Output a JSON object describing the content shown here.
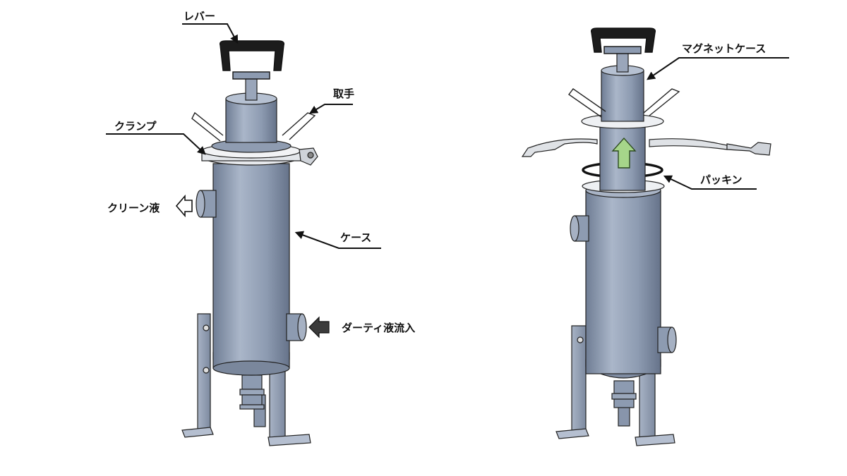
{
  "colors": {
    "steel": "#8d9bb1",
    "steel_dark": "#5f6c82",
    "steel_light": "#b6c1d2",
    "outline": "#222222",
    "handle_grip": "#1c1c1c",
    "clamp_band": "#e3e6ea",
    "gasket": "#111111",
    "arrow_green": "#a6d58a",
    "dirty_arrow": "#3b3b3b"
  },
  "labels": {
    "lever": "レバー",
    "handle": "取手",
    "clamp": "クランプ",
    "clean_liquid": "クリーン液",
    "case": "ケース",
    "dirty_inflow": "ダーティ液流入",
    "magnet_case": "マグネットケース",
    "packing": "パッキン"
  },
  "icons": {
    "clean_outflow_arrow": "hollow-left-arrow",
    "dirty_inflow_arrow": "solid-left-arrow",
    "lift_arrow": "green-up-arrow"
  }
}
